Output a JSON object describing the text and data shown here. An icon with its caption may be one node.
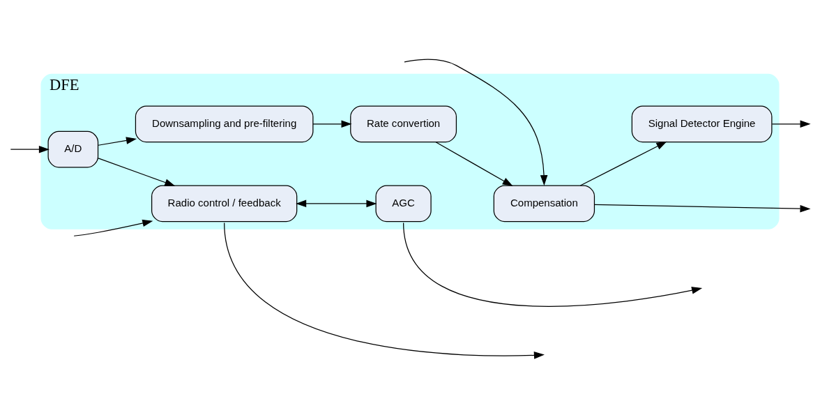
{
  "diagram": {
    "nodes": [
      {
        "text": [
          "DFE"
        ]
      },
      {
        "text": [
          "A/D"
        ],
        "in": 0
      },
      {
        "text": [
          "Downsampling and pre-filtering"
        ],
        "in": 0
      },
      {
        "text": [
          "Rate convertion"
        ],
        "in": 0
      },
      {
        "text": [
          "Compensation"
        ],
        "in": 0
      },
      {
        "text": [
          "Radio control / feedback"
        ],
        "in": 0
      },
      {
        "text": [
          "AGC"
        ],
        "in": 0
      },
      {
        "text": [
          "Signal Detector Engine"
        ],
        "in": 0
      }
    ],
    "edges": [
      {
        "from": null,
        "to": 1,
        "arrow": "to"
      },
      {
        "from": 1,
        "to": 2,
        "arrow": "to"
      },
      {
        "from": 2,
        "to": 3,
        "arrow": "to"
      },
      {
        "from": 3,
        "to": 4,
        "arrow": "to"
      },
      {
        "from": 4,
        "to": null,
        "arrow": "to"
      },
      {
        "from": 1,
        "to": 5,
        "arrow": "to"
      },
      {
        "from": 5,
        "to": 6,
        "arrow": "both"
      },
      {
        "from": 4,
        "to": 7,
        "arrow": "to"
      },
      {
        "from": 7,
        "to": null,
        "arrow": "to"
      },
      {
        "from": 5,
        "to": null,
        "arrow": "to"
      },
      {
        "from": null,
        "to": 5,
        "arrow": "to"
      },
      {
        "from": 6,
        "to": null,
        "arrow": "to"
      },
      {
        "from": null,
        "to": 4,
        "arrow": "to"
      }
    ]
  }
}
